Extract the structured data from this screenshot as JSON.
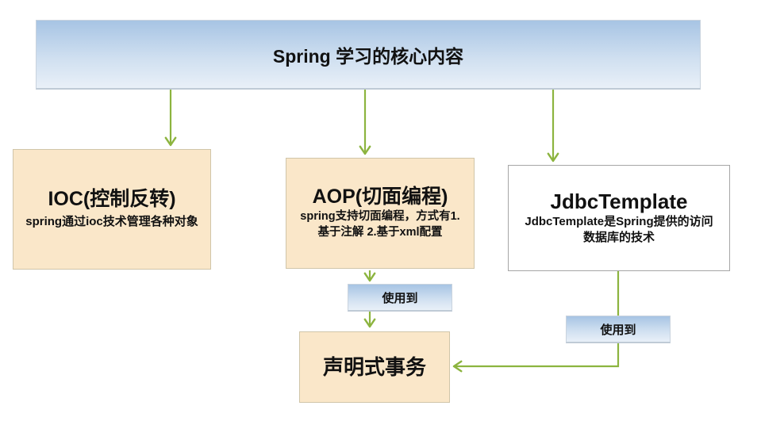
{
  "page": {
    "background": "#ffffff"
  },
  "colors": {
    "green": "#8cb43f",
    "cream-fill": "#fae7c9",
    "cream-border": "#d0c5a9",
    "gray-border": "#a6a6a6",
    "blue-top": "#a7c4e4",
    "blue-mid": "#cfdff0",
    "blue-bottom": "#e9f0f8",
    "blue-border": "#c9d3de",
    "blue-border-dark": "#bfcad6",
    "text": "#111111"
  },
  "nodes": {
    "root": {
      "title": "Spring 学习的核心内容"
    },
    "ioc": {
      "title": "IOC(控制反转)",
      "subtitle": "spring通过ioc技术管理各种对象"
    },
    "aop": {
      "title": "AOP(切面编程)",
      "subtitle_line1": "spring支持切面编程，方式有1.",
      "subtitle_line2": "基于注解 2.基于xml配置"
    },
    "jdbc": {
      "title": "JdbcTemplate",
      "subtitle_line1": "JdbcTemplate是Spring提供的访问",
      "subtitle_line2": "数据库的技术"
    },
    "tx": {
      "title": "声明式事务"
    }
  },
  "edges": {
    "aop_to_tx_label": "使用到",
    "jdbc_to_tx_label": "使用到"
  }
}
